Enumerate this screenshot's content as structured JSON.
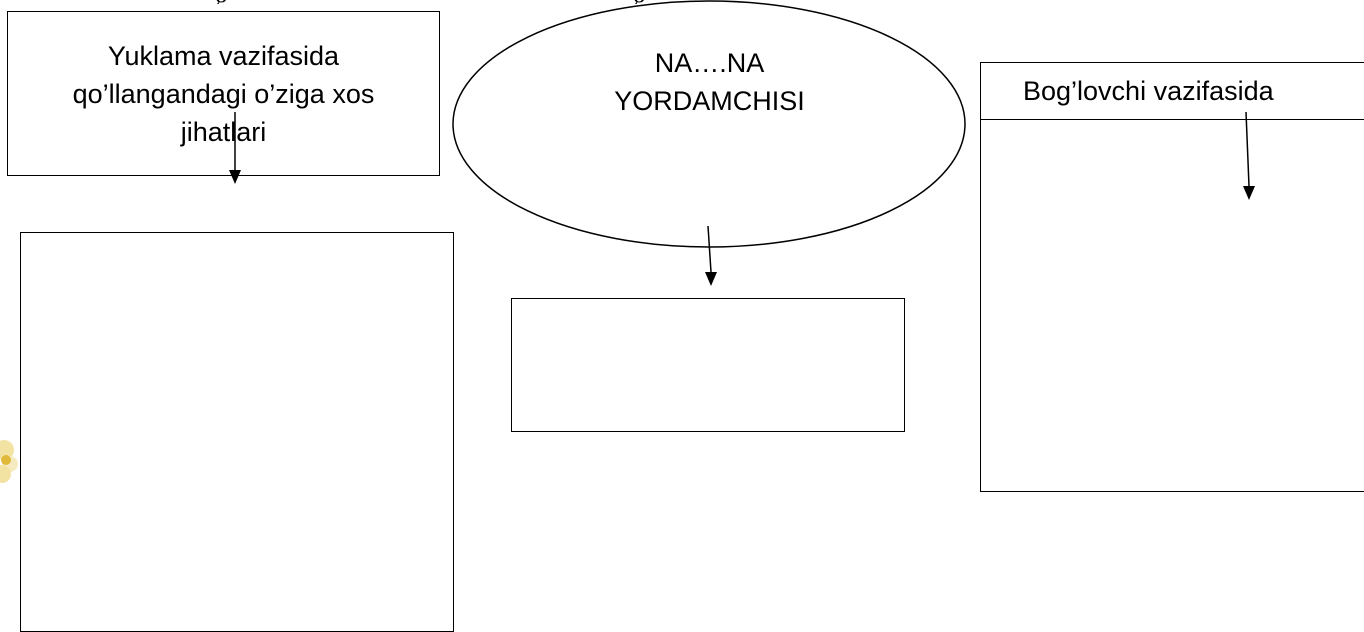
{
  "top_clipped_text": [
    "g",
    "g"
  ],
  "nodes": {
    "yuklama_title": "Yuklama vazifasida\nqo’llangandagi o’ziga xos\njihatlari",
    "center_title": "NA….NA\nYORDAMCHISI",
    "boglovchi_title": "Bog’lovchi vazifasida"
  },
  "colors": {
    "line": "#000000",
    "background": "#ffffff",
    "flower_petal": "#f3e3a2",
    "flower_center": "#e0b83a"
  }
}
